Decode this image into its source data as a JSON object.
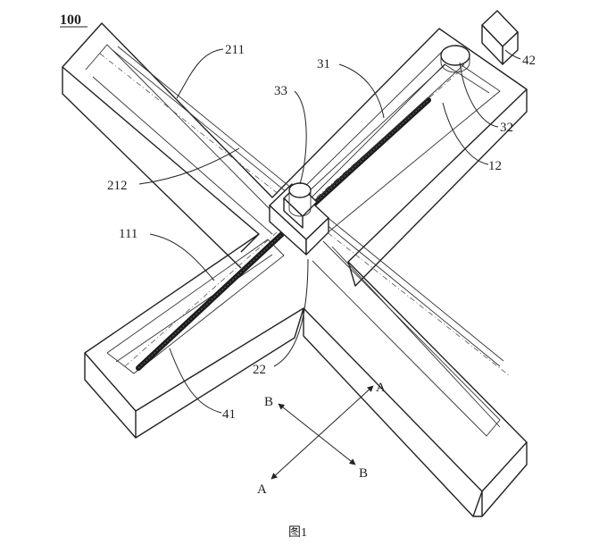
{
  "figure": {
    "main_label": "100",
    "caption": "图1"
  },
  "callouts": {
    "c211": "211",
    "c212": "212",
    "c111": "111",
    "c41": "41",
    "c33": "33",
    "c31": "31",
    "c32": "32",
    "c12": "12",
    "c42": "42",
    "c22": "22"
  },
  "direction_marks": {
    "a_upper": "A",
    "a_lower": "A",
    "b_upper": "B",
    "b_lower": "B"
  }
}
